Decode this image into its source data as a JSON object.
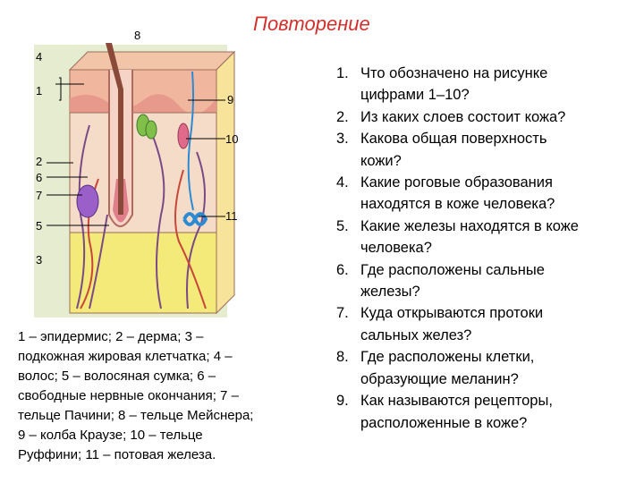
{
  "title": "Повторение",
  "figure": {
    "labels": {
      "l8": "8",
      "l4": "4",
      "l1": "1",
      "l9": "9",
      "l10": "10",
      "l2": "2",
      "l6": "6",
      "l7": "7",
      "l5": "5",
      "l11": "11",
      "l3": "3"
    },
    "colors": {
      "background": "#e5eccf",
      "epidermis": "#e79a8b",
      "dermis": "#f4dcc8",
      "fat": "#f4ea7a",
      "hair": "#8a4a3a",
      "nerve": "#7a4a86",
      "vessel_blue": "#2b8ad3",
      "pacini": "#9a5fc8"
    }
  },
  "legend": {
    "line1": "1 – эпидермис; 2 – дерма; 3 –",
    "line2": "подкожная жировая клетчатка; 4 –",
    "line3": "волос; 5 – волосяная сумка; 6 –",
    "line4": "свободные нервные окончания; 7 –",
    "line5": "тельце Пачини; 8 – тельце Мейснера;",
    "line6": "9 – колба Краузе; 10 – тельце",
    "line7": "Руффини; 11 – потовая железа."
  },
  "questions": [
    {
      "num": "1.",
      "line1": "Что обозначено на рисунке",
      "line2": "цифрами 1–10?"
    },
    {
      "num": "2.",
      "line1": "Из каких слоев состоит кожа?",
      "line2": ""
    },
    {
      "num": "3.",
      "line1": "Какова общая поверхность",
      "line2": "кожи?"
    },
    {
      "num": "4.",
      "line1": "Какие роговые образования",
      "line2": "находятся в коже человека?"
    },
    {
      "num": "5.",
      "line1": "Какие железы находятся в коже",
      "line2": "человека?"
    },
    {
      "num": "6.",
      "line1": "Где расположены сальные",
      "line2": "железы?"
    },
    {
      "num": "7.",
      "line1": "Куда открываются протоки",
      "line2": "сальных желез?"
    },
    {
      "num": "8.",
      "line1": "Где расположены клетки,",
      "line2": "образующие меланин?"
    },
    {
      "num": "9.",
      "line1": "Как называются рецепторы,",
      "line2": "расположенные в коже?"
    }
  ]
}
